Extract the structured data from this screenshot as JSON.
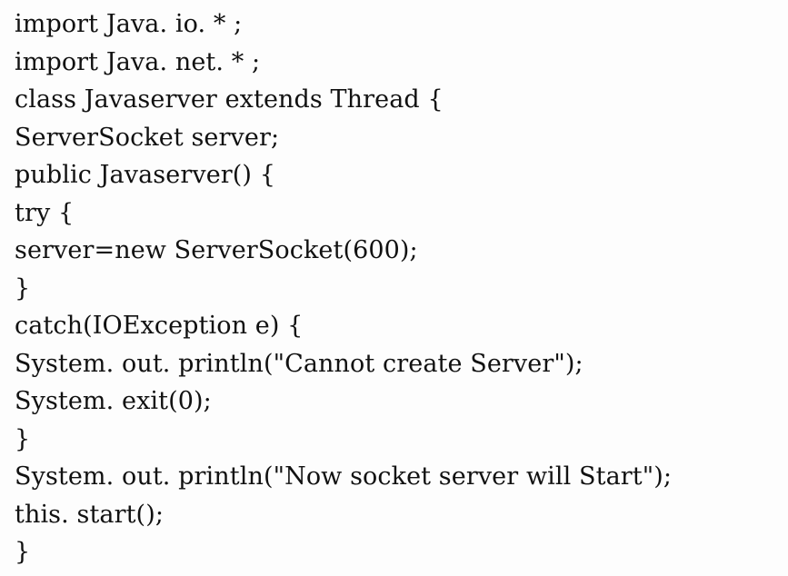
{
  "document": {
    "lines": [
      "import Java. io. * ;",
      "import Java. net. * ;",
      "class Javaserver extends Thread {",
      "ServerSocket server;",
      "public Javaserver() {",
      "try {",
      "server=new ServerSocket(600);",
      "}",
      "catch(IOException e) {",
      "System. out. println(\"Cannot create Server\");",
      "System. exit(0);",
      "}",
      "System. out. println(\"Now socket server will Start\");",
      "this. start();",
      "}"
    ]
  }
}
